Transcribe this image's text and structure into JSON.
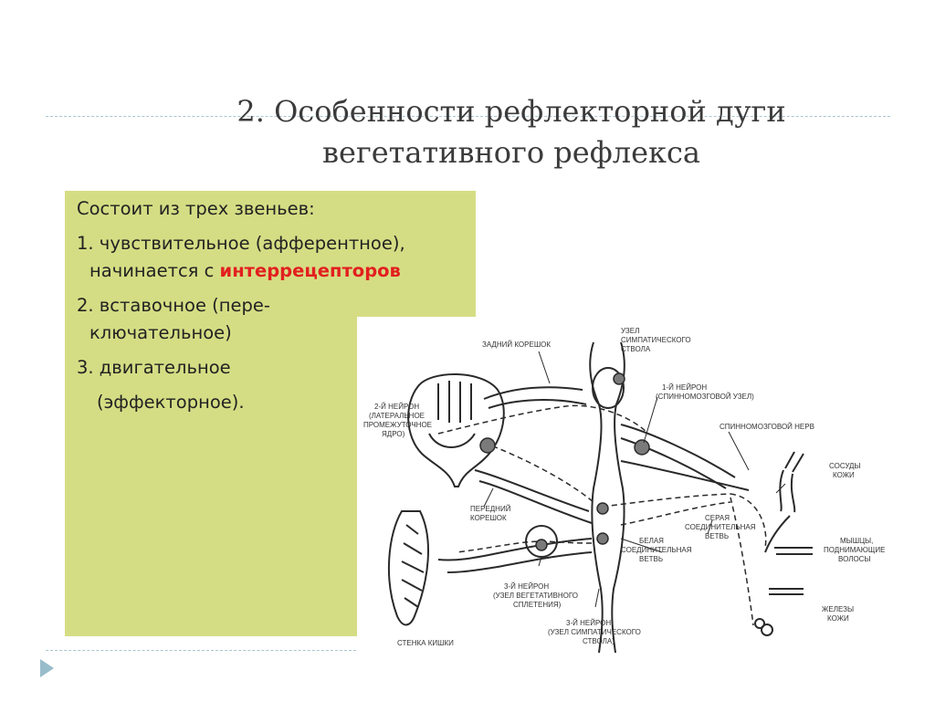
{
  "slide": {
    "title_line1": "2. Особенности рефлекторной дуги",
    "title_line2": "вегетативного рефлекса"
  },
  "content": {
    "intro": "Состоит из трех звеньев:",
    "item1_line1": "1. чувствительное (афферентное),",
    "item1_line2_prefix": "начинается с ",
    "item1_line2_highlight": "интеррецепторов",
    "item2_line1": "2. вставочное (пере-",
    "item2_line2": "ключательное)",
    "item3_line1": "3. двигательное",
    "item3_line2": "(эффекторное)."
  },
  "diagram_labels": {
    "dorsal_root": "ЗАДНИЙ КОРЕШОК",
    "symp_node_1": "УЗЕЛ",
    "symp_node_2": "СИМПАТИЧЕСКОГО",
    "symp_node_3": "СТВОЛА",
    "neuron1_1": "1-Й НЕЙРОН",
    "neuron1_2": "(СПИННОМОЗГОВОЙ УЗЕЛ)",
    "neuron2_1": "2-Й НЕЙРОН",
    "neuron2_2": "(ЛАТЕРАЛЬНОЕ",
    "neuron2_3": "ПРОМЕЖУТОЧНОЕ",
    "neuron2_4": "ЯДРО)",
    "spinal_nerve": "СПИННОМОЗГОВОЙ НЕРВ",
    "vessels_1": "СОСУДЫ",
    "vessels_2": "КОЖИ",
    "ventral_root_1": "ПЕРЕДНИЙ",
    "ventral_root_2": "КОРЕШОК",
    "gray_ramus_1": "СЕРАЯ",
    "gray_ramus_2": "СОЕДИНИТЕЛЬНАЯ",
    "gray_ramus_3": "ВЕТВЬ",
    "white_ramus_1": "БЕЛАЯ",
    "white_ramus_2": "СОЕДИНИТЕЛЬНАЯ",
    "white_ramus_3": "ВЕТВЬ",
    "muscles_1": "МЫШЦЫ,",
    "muscles_2": "ПОДНИМАЮЩИЕ",
    "muscles_3": "ВОЛОСЫ",
    "neuron3a_1": "3-Й НЕЙРОН",
    "neuron3a_2": "(УЗЕЛ ВЕГЕТАТИВНОГО",
    "neuron3a_3": "СПЛЕТЕНИЯ)",
    "neuron3b_1": "3-Й НЕЙРОН",
    "neuron3b_2": "(УЗЕЛ СИМПАТИЧЕСКОГО",
    "neuron3b_3": "СТВОЛА)",
    "glands_1": "ЖЕЛЕЗЫ",
    "glands_2": "КОЖИ",
    "gut_wall": "СТЕНКА КИШКИ"
  },
  "colors": {
    "box_background": "#d5dd84",
    "highlight_text": "#e21f1f",
    "rule_line": "#a9c6cf",
    "nav_arrow": "#99bccb"
  },
  "icons": {
    "navigation": "triangle-right-icon"
  }
}
